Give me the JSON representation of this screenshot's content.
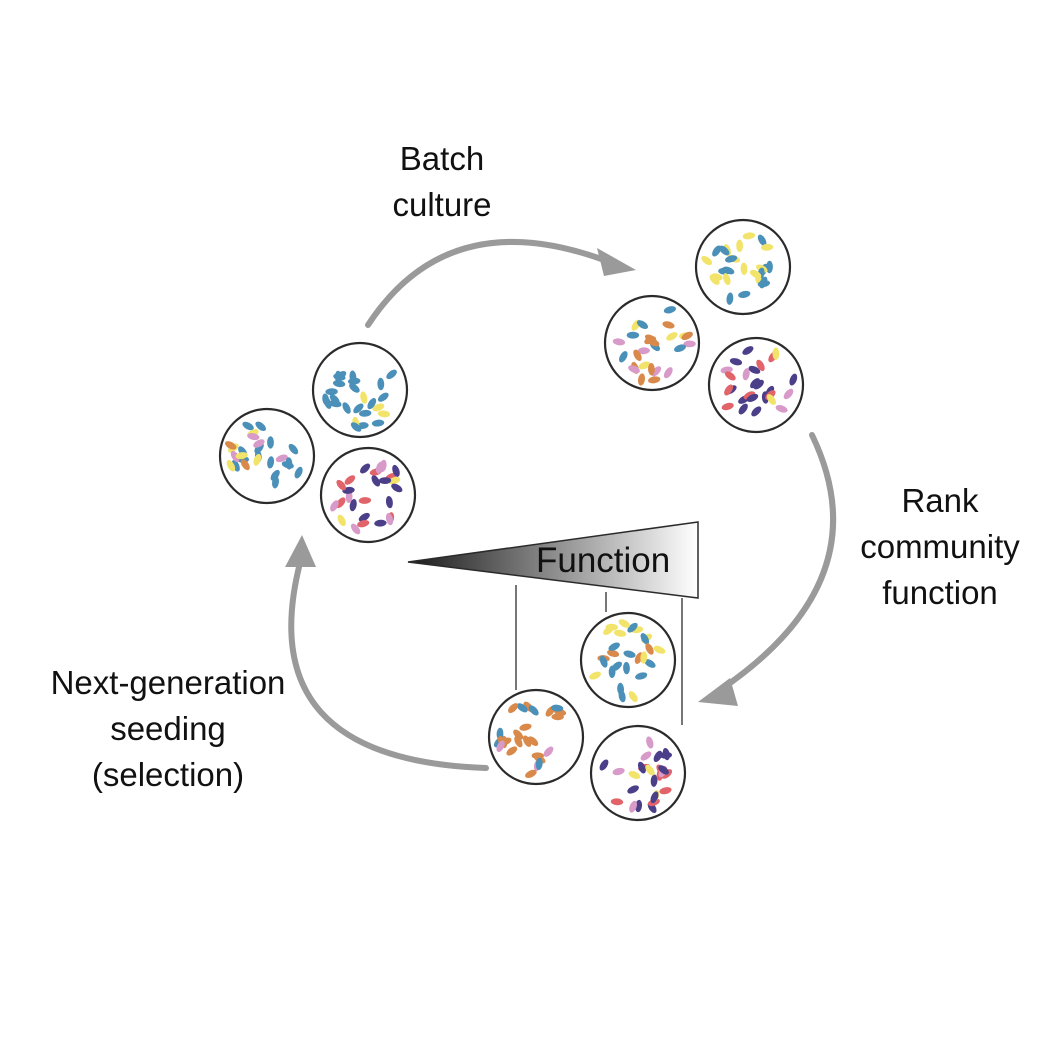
{
  "labels": {
    "batch_culture": [
      "Batch",
      "culture"
    ],
    "rank_function": [
      "Rank",
      "community",
      "function"
    ],
    "next_generation": [
      "Next-generation",
      "seeding",
      "(selection)"
    ],
    "function": "Function"
  },
  "colors": {
    "arrow": "#9a9a9a",
    "circle_stroke": "#2b2b2b",
    "blue": "#4a90b8",
    "yellow": "#f2e46a",
    "orange": "#d98a4a",
    "pink": "#d89ac8",
    "purple": "#4b3f8a",
    "red": "#e0646a",
    "gradient_dark": "#1a1a1a",
    "gradient_light": "#ffffff"
  },
  "communities": [
    {
      "id": "start-top",
      "mix": [
        "blue",
        "blue",
        "blue",
        "blue",
        "yellow"
      ]
    },
    {
      "id": "start-left",
      "mix": [
        "blue",
        "blue",
        "blue",
        "orange",
        "pink",
        "yellow"
      ]
    },
    {
      "id": "start-right",
      "mix": [
        "red",
        "purple",
        "pink",
        "yellow",
        "red"
      ]
    },
    {
      "id": "grown-top",
      "mix": [
        "yellow",
        "yellow",
        "blue",
        "blue",
        "yellow"
      ]
    },
    {
      "id": "grown-left",
      "mix": [
        "orange",
        "orange",
        "orange",
        "pink",
        "blue",
        "yellow"
      ]
    },
    {
      "id": "grown-right",
      "mix": [
        "purple",
        "purple",
        "yellow",
        "red",
        "pink"
      ]
    },
    {
      "id": "ranked-top",
      "mix": [
        "yellow",
        "yellow",
        "blue",
        "blue",
        "orange"
      ]
    },
    {
      "id": "ranked-left",
      "mix": [
        "orange",
        "orange",
        "orange",
        "pink",
        "blue"
      ]
    },
    {
      "id": "ranked-right",
      "mix": [
        "purple",
        "purple",
        "yellow",
        "red",
        "pink"
      ]
    }
  ]
}
